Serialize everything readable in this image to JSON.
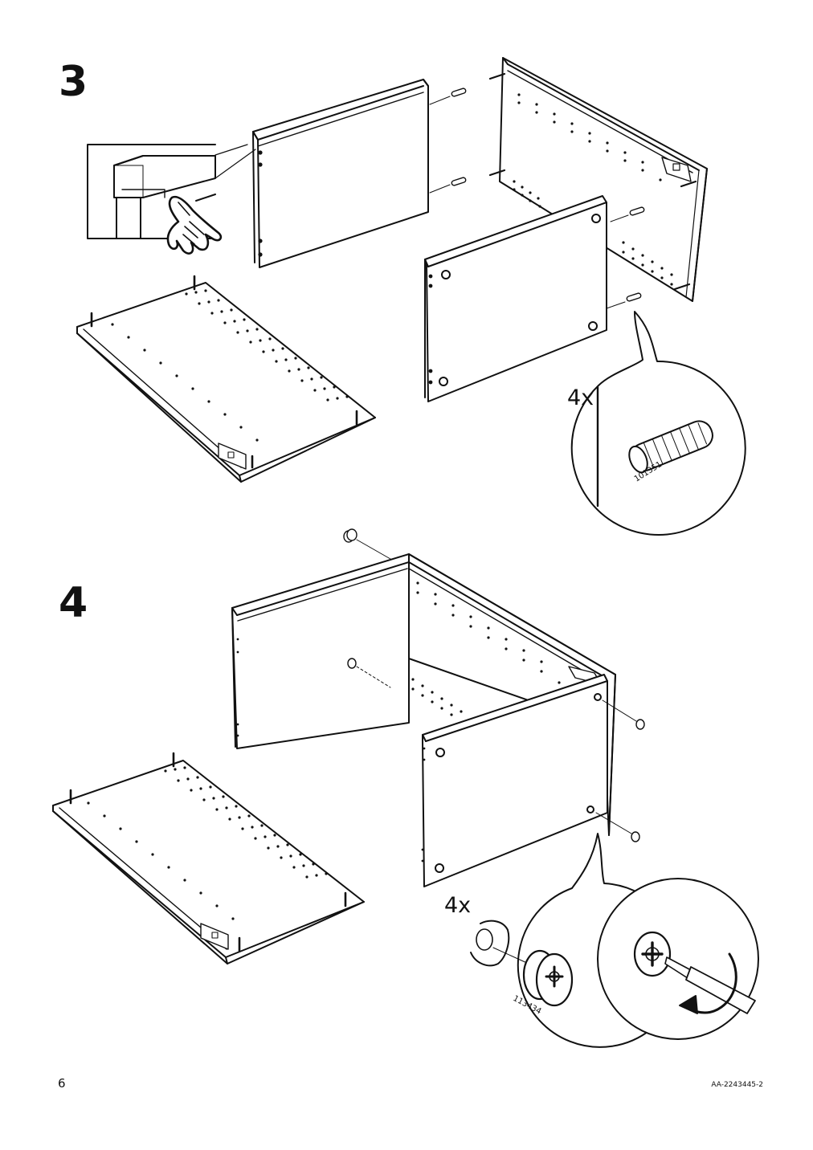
{
  "page": {
    "page_number": "6",
    "document_code": "AA-2243445-2"
  },
  "steps": [
    {
      "number": "3",
      "callout": {
        "quantity": "4x",
        "part_number": "101351",
        "part": "wooden-dowel"
      }
    },
    {
      "number": "4",
      "callout": {
        "quantity": "4x",
        "part_number": "113434",
        "part": "cam-lock-fitting"
      }
    }
  ],
  "colors": {
    "ink": "#111111",
    "paper": "#ffffff"
  }
}
